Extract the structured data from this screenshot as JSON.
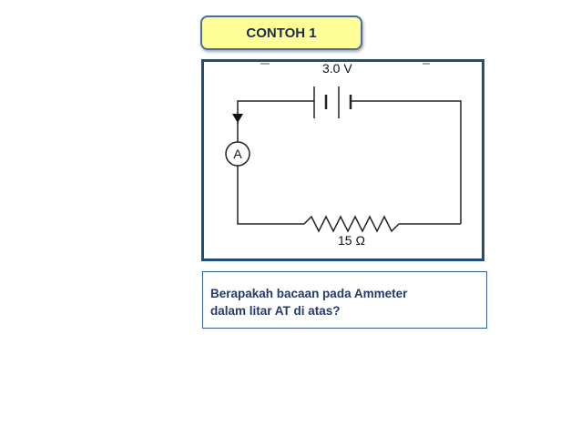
{
  "title": "CONTOH 1",
  "circuit": {
    "battery_label": "3.0 V",
    "resistor_label": "15 Ω",
    "ammeter_label": "A"
  },
  "question": {
    "line1": "Berapakah bacaan pada Ammeter",
    "line2": "dalam litar AT di atas?"
  }
}
